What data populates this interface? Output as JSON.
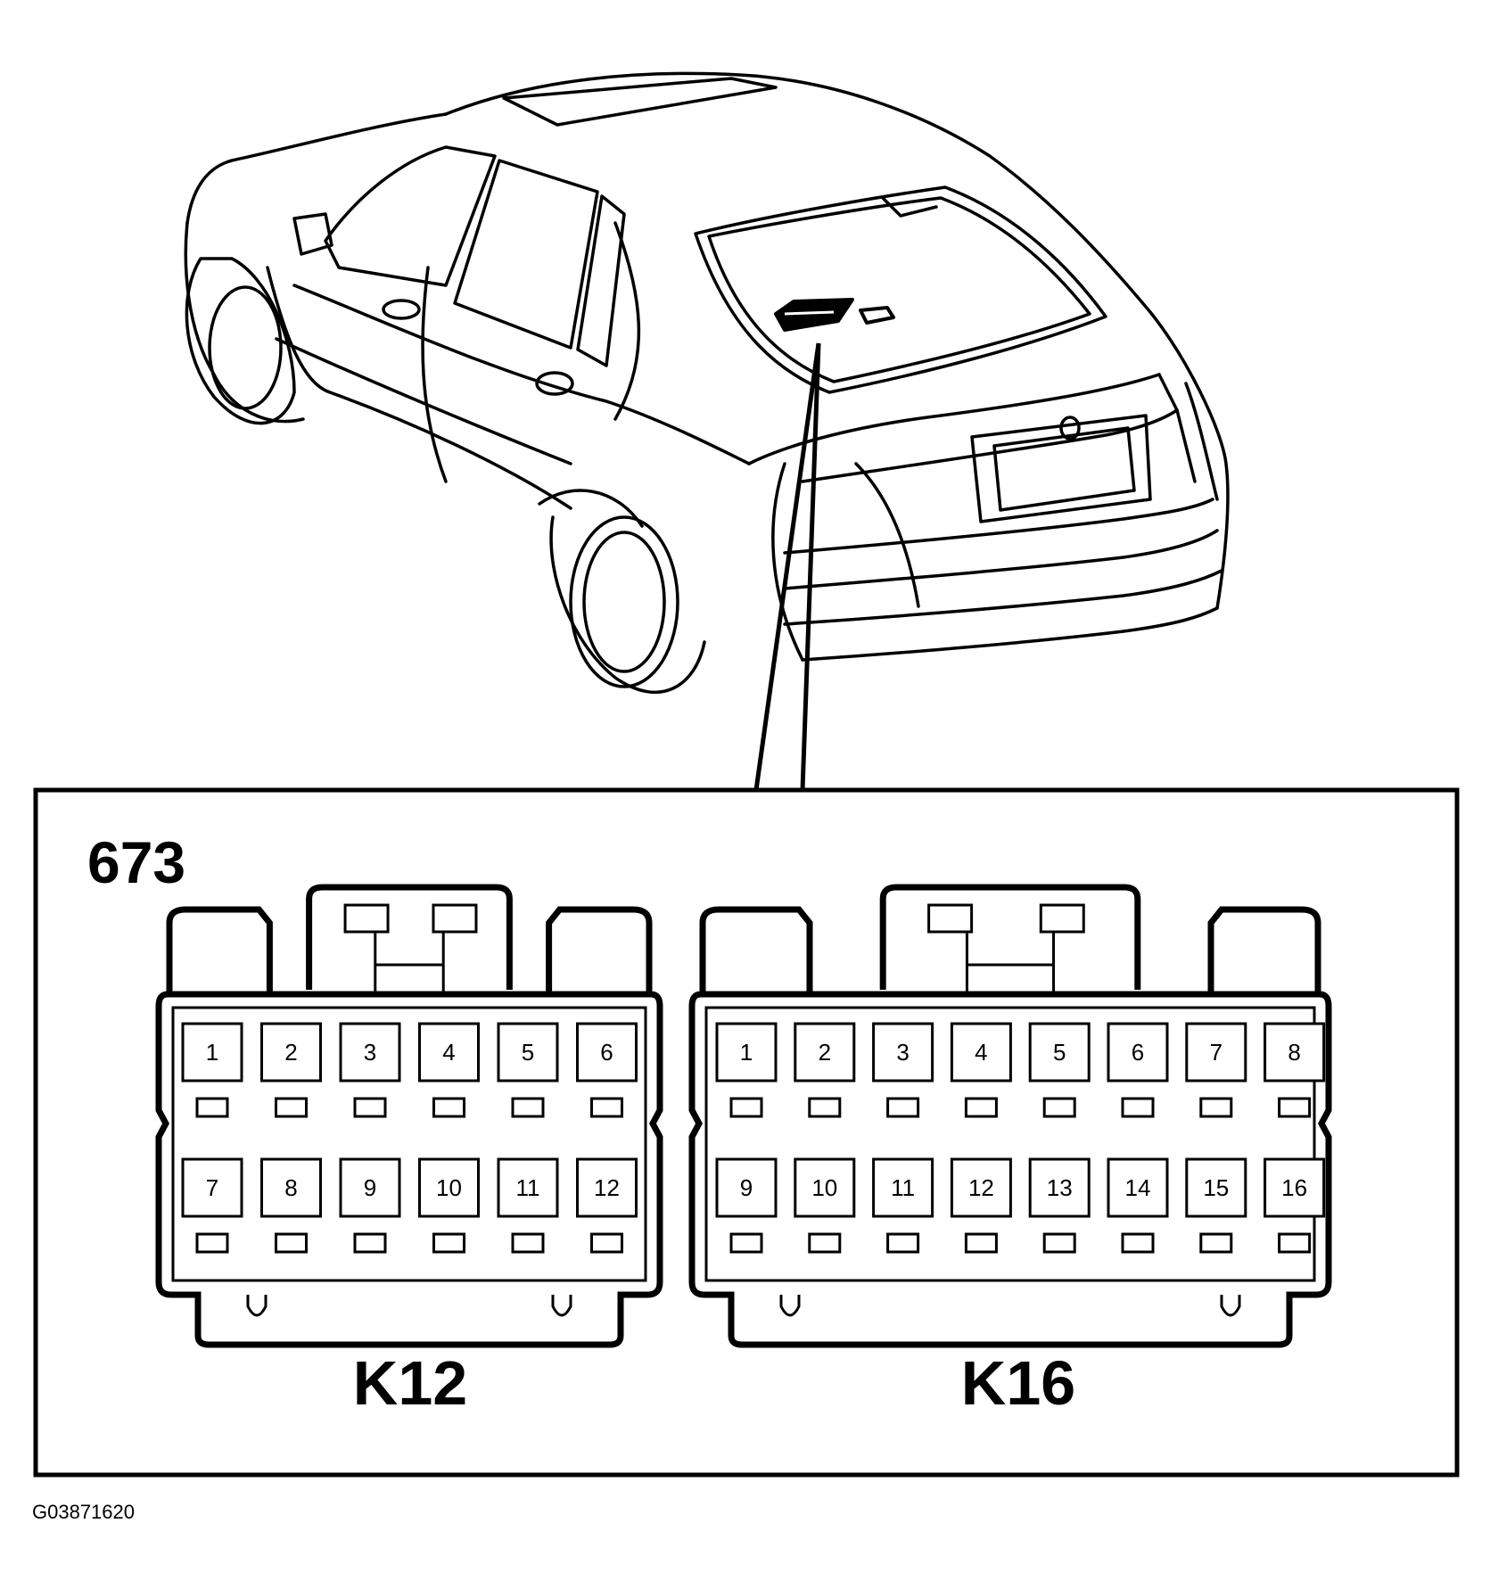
{
  "diagram": {
    "component_id": "673",
    "figure_code": "G03871620",
    "connectors": [
      {
        "name": "K12",
        "pins": 12,
        "columns": 6
      },
      {
        "name": "K16",
        "pins": 16,
        "columns": 8
      }
    ]
  }
}
